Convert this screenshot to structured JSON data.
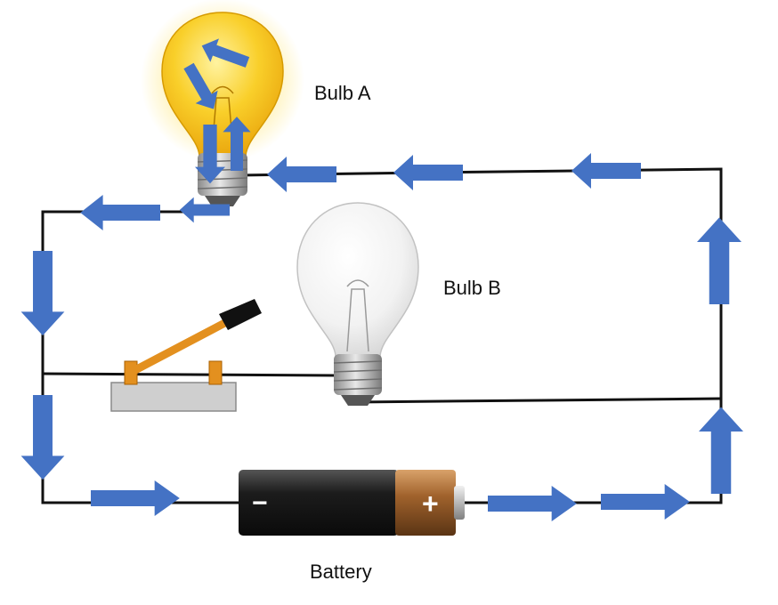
{
  "labels": {
    "bulb_a": "Bulb A",
    "bulb_b": "Bulb B",
    "battery": "Battery"
  },
  "battery_marks": {
    "negative": "−",
    "positive": "+"
  },
  "colors": {
    "arrow": "#4472c4",
    "wire": "#111111",
    "bulb_lit": "#f6c21a",
    "bulb_unlit": "#eeeeee",
    "battery_body": "#1a1a1a",
    "battery_cap": "#a0622c",
    "switch_lever": "#e3901f",
    "switch_base": "#cfcfcf"
  },
  "icons": {
    "bulb_a": "lit-light-bulb-icon",
    "bulb_b": "unlit-light-bulb-icon",
    "battery": "battery-icon",
    "switch": "knife-switch-icon",
    "arrow": "current-direction-arrow-icon"
  }
}
